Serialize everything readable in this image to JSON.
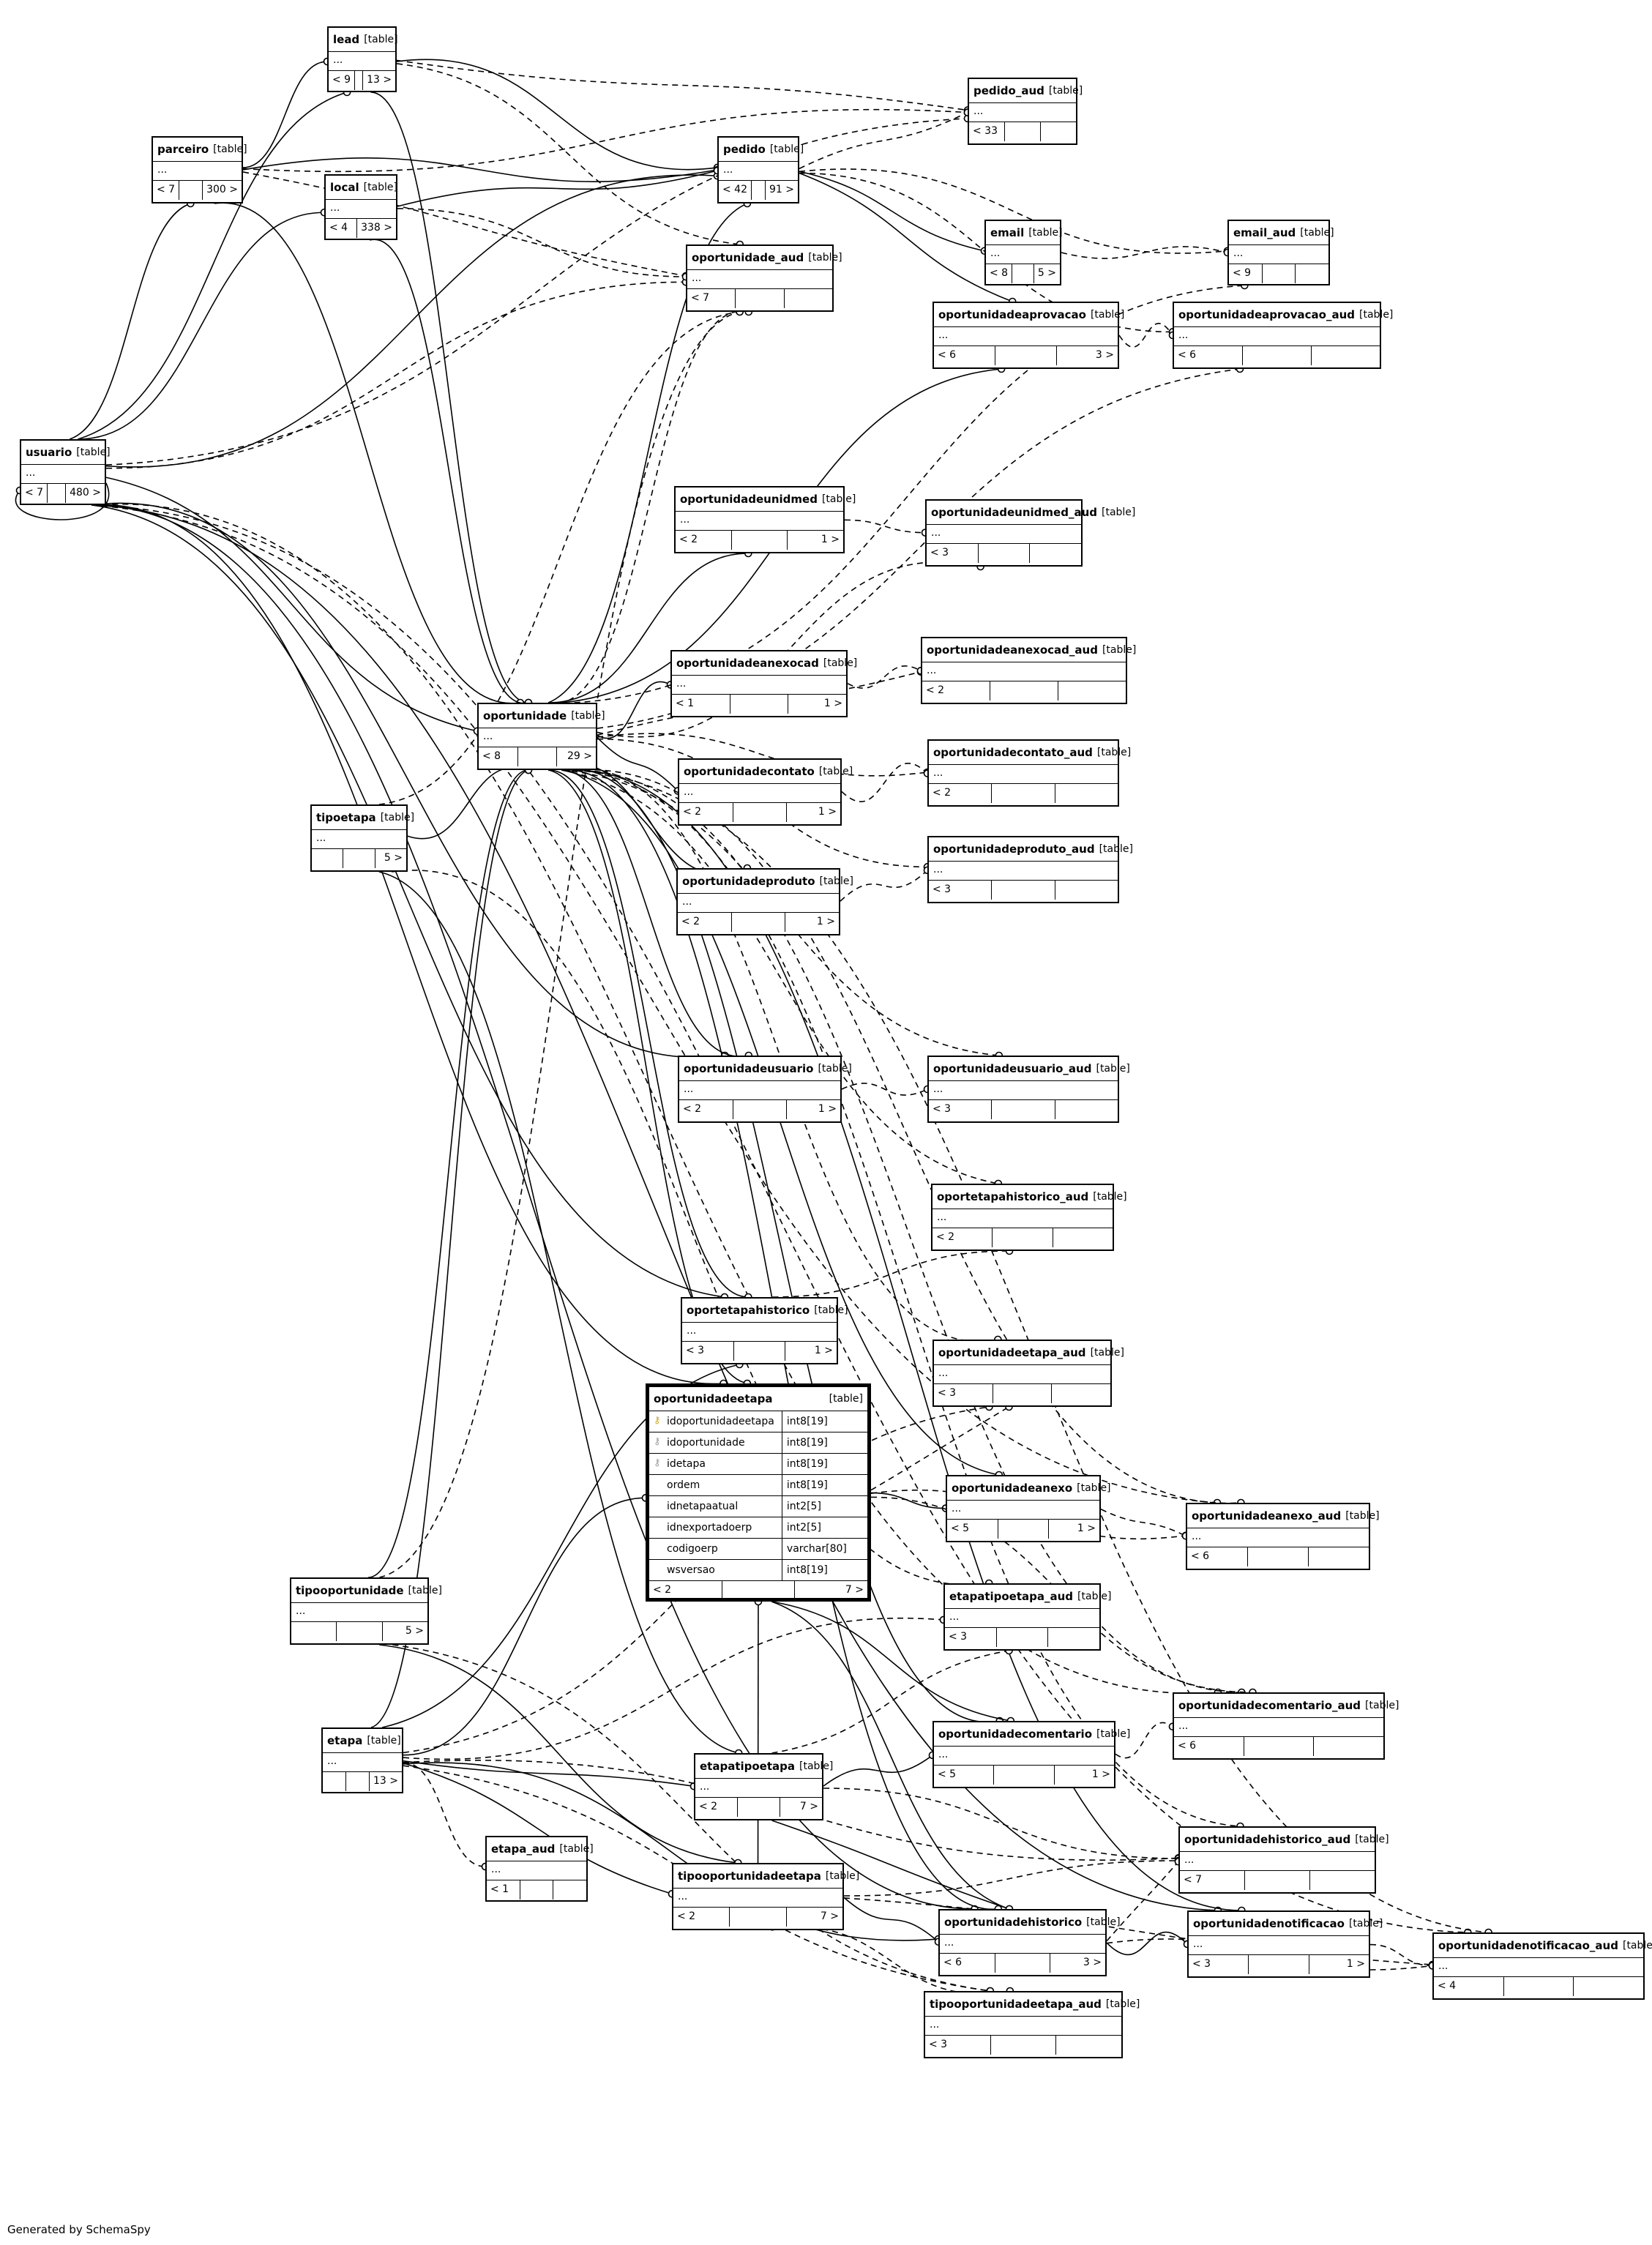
{
  "footer": "Generated by SchemaSpy",
  "kind_label": "[table]",
  "tables": [
    {
      "id": "lead",
      "name": "lead",
      "foot": [
        "< 9",
        "",
        "13 >"
      ]
    },
    {
      "id": "pedido_aud",
      "name": "pedido_aud",
      "foot": [
        "< 33",
        "",
        ""
      ]
    },
    {
      "id": "parceiro",
      "name": "parceiro",
      "foot": [
        "< 7",
        "",
        "300 >"
      ]
    },
    {
      "id": "local",
      "name": "local",
      "foot": [
        "< 4",
        "338 >"
      ]
    },
    {
      "id": "pedido",
      "name": "pedido",
      "foot": [
        "< 42",
        "",
        "91 >"
      ]
    },
    {
      "id": "email",
      "name": "email",
      "foot": [
        "< 8",
        "",
        "5 >"
      ]
    },
    {
      "id": "email_aud",
      "name": "email_aud",
      "foot": [
        "< 9",
        "",
        ""
      ]
    },
    {
      "id": "oportunidade_aud",
      "name": "oportunidade_aud",
      "foot": [
        "< 7",
        "",
        ""
      ]
    },
    {
      "id": "oportunidadeaprovacao",
      "name": "oportunidadeaprovacao",
      "foot": [
        "< 6",
        "",
        "3 >"
      ]
    },
    {
      "id": "oportunidadeaprovacao_aud",
      "name": "oportunidadeaprovacao_aud",
      "foot": [
        "< 6",
        "",
        ""
      ]
    },
    {
      "id": "usuario",
      "name": "usuario",
      "foot": [
        "< 7",
        "",
        "480 >"
      ]
    },
    {
      "id": "oportunidadeunidmed",
      "name": "oportunidadeunidmed",
      "foot": [
        "< 2",
        "",
        "1 >"
      ]
    },
    {
      "id": "oportunidadeunidmed_aud",
      "name": "oportunidadeunidmed_aud",
      "foot": [
        "< 3",
        "",
        ""
      ]
    },
    {
      "id": "oportunidadeanexocad",
      "name": "oportunidadeanexocad",
      "foot": [
        "< 1",
        "",
        "1 >"
      ]
    },
    {
      "id": "oportunidadeanexocad_aud",
      "name": "oportunidadeanexocad_aud",
      "foot": [
        "< 2",
        "",
        ""
      ]
    },
    {
      "id": "oportunidade",
      "name": "oportunidade",
      "foot": [
        "< 8",
        "",
        "29 >"
      ]
    },
    {
      "id": "oportunidadecontato_aud",
      "name": "oportunidadecontato_aud",
      "foot": [
        "< 2",
        "",
        ""
      ]
    },
    {
      "id": "oportunidadecontato",
      "name": "oportunidadecontato",
      "foot": [
        "< 2",
        "",
        "1 >"
      ]
    },
    {
      "id": "tipoetapa",
      "name": "tipoetapa",
      "foot": [
        "",
        "",
        "5 >"
      ]
    },
    {
      "id": "oportunidadeproduto_aud",
      "name": "oportunidadeproduto_aud",
      "foot": [
        "< 3",
        "",
        ""
      ]
    },
    {
      "id": "oportunidadeproduto",
      "name": "oportunidadeproduto",
      "foot": [
        "< 2",
        "",
        "1 >"
      ]
    },
    {
      "id": "oportunidadeusuario",
      "name": "oportunidadeusuario",
      "foot": [
        "< 2",
        "",
        "1 >"
      ]
    },
    {
      "id": "oportunidadeusuario_aud",
      "name": "oportunidadeusuario_aud",
      "foot": [
        "< 3",
        "",
        ""
      ]
    },
    {
      "id": "oportetapahistorico_aud",
      "name": "oportetapahistorico_aud",
      "foot": [
        "< 2",
        "",
        ""
      ]
    },
    {
      "id": "oportetapahistorico",
      "name": "oportetapahistorico",
      "foot": [
        "< 3",
        "",
        "1 >"
      ]
    },
    {
      "id": "oportunidadeetapa_aud",
      "name": "oportunidadeetapa_aud",
      "foot": [
        "< 3",
        "",
        ""
      ]
    },
    {
      "id": "oportunidadeanexo",
      "name": "oportunidadeanexo",
      "foot": [
        "< 5",
        "",
        "1 >"
      ]
    },
    {
      "id": "oportunidadeanexo_aud",
      "name": "oportunidadeanexo_aud",
      "foot": [
        "< 6",
        "",
        ""
      ]
    },
    {
      "id": "tipooportunidade",
      "name": "tipooportunidade",
      "foot": [
        "",
        "",
        "5 >"
      ]
    },
    {
      "id": "etapatipoetapa_aud",
      "name": "etapatipoetapa_aud",
      "foot": [
        "< 3",
        "",
        ""
      ]
    },
    {
      "id": "oportunidadecomentario_aud",
      "name": "oportunidadecomentario_aud",
      "foot": [
        "< 6",
        "",
        ""
      ]
    },
    {
      "id": "etapa",
      "name": "etapa",
      "foot": [
        "",
        "",
        "13 >"
      ]
    },
    {
      "id": "oportunidadecomentario",
      "name": "oportunidadecomentario",
      "foot": [
        "< 5",
        "",
        "1 >"
      ]
    },
    {
      "id": "etapatipoetapa",
      "name": "etapatipoetapa",
      "foot": [
        "< 2",
        "",
        "7 >"
      ]
    },
    {
      "id": "oportunidadehistorico_aud",
      "name": "oportunidadehistorico_aud",
      "foot": [
        "< 7",
        "",
        ""
      ]
    },
    {
      "id": "etapa_aud",
      "name": "etapa_aud",
      "foot": [
        "< 1",
        "",
        ""
      ]
    },
    {
      "id": "tipooportunidadeetapa",
      "name": "tipooportunidadeetapa",
      "foot": [
        "< 2",
        "",
        "7 >"
      ]
    },
    {
      "id": "oportunidadehistorico",
      "name": "oportunidadehistorico",
      "foot": [
        "< 6",
        "",
        "3 >"
      ]
    },
    {
      "id": "oportunidadenotificacao",
      "name": "oportunidadenotificacao",
      "foot": [
        "< 3",
        "",
        "1 >"
      ]
    },
    {
      "id": "oportunidadenotificacao_aud",
      "name": "oportunidadenotificacao_aud",
      "foot": [
        "< 4",
        "",
        ""
      ]
    },
    {
      "id": "tipooportunidadeetapa_aud",
      "name": "tipooportunidadeetapa_aud",
      "foot": [
        "< 3",
        "",
        ""
      ]
    }
  ],
  "focus_table": {
    "name": "oportunidadeetapa",
    "kind": "[table]",
    "columns": [
      {
        "name": "idoportunidadeetapa",
        "type": "int8[19]",
        "key": "pk"
      },
      {
        "name": "idoportunidade",
        "type": "int8[19]",
        "key": "fk"
      },
      {
        "name": "idetapa",
        "type": "int8[19]",
        "key": "fk"
      },
      {
        "name": "ordem",
        "type": "int8[19]",
        "key": ""
      },
      {
        "name": "idnetapaatual",
        "type": "int2[5]",
        "key": ""
      },
      {
        "name": "idnexportadoerp",
        "type": "int2[5]",
        "key": ""
      },
      {
        "name": "codigoerp",
        "type": "varchar[80]",
        "key": ""
      },
      {
        "name": "wsversao",
        "type": "int8[19]",
        "key": ""
      }
    ],
    "foot": [
      "< 2",
      "",
      "7 >"
    ]
  },
  "relationships": [
    {
      "from": "usuario",
      "to": "lead",
      "style": "solid"
    },
    {
      "from": "usuario",
      "to": "parceiro",
      "style": "solid"
    },
    {
      "from": "usuario",
      "to": "local",
      "style": "solid"
    },
    {
      "from": "usuario",
      "to": "pedido",
      "style": "solid"
    },
    {
      "from": "usuario",
      "to": "oportunidade",
      "style": "solid"
    },
    {
      "from": "usuario",
      "to": "oportunidadeusuario",
      "style": "solid"
    },
    {
      "from": "usuario",
      "to": "oportunidadeetapa",
      "style": "solid"
    },
    {
      "from": "usuario",
      "to": "oportunidadehistorico",
      "style": "solid"
    },
    {
      "from": "usuario",
      "to": "oportunidadenotificacao",
      "style": "solid"
    },
    {
      "from": "usuario",
      "to": "oportetapahistorico",
      "style": "solid"
    },
    {
      "from": "usuario",
      "to": "usuario",
      "style": "solid"
    },
    {
      "from": "usuario",
      "to": "pedido_aud",
      "style": "dashed"
    },
    {
      "from": "usuario",
      "to": "oportunidade_aud",
      "style": "dashed"
    },
    {
      "from": "usuario",
      "to": "oportunidadenotificacao_aud",
      "style": "dashed"
    },
    {
      "from": "usuario",
      "to": "oportunidadeanexo_aud",
      "style": "dashed"
    },
    {
      "from": "usuario",
      "to": "oportunidadecomentario_aud",
      "style": "dashed"
    },
    {
      "from": "lead",
      "to": "pedido",
      "style": "solid"
    },
    {
      "from": "lead",
      "to": "oportunidade",
      "style": "solid"
    },
    {
      "from": "lead",
      "to": "oportunidade_aud",
      "style": "dashed"
    },
    {
      "from": "lead",
      "to": "pedido_aud",
      "style": "dashed"
    },
    {
      "from": "parceiro",
      "to": "pedido",
      "style": "solid"
    },
    {
      "from": "parceiro",
      "to": "oportunidade",
      "style": "solid"
    },
    {
      "from": "parceiro",
      "to": "lead",
      "style": "solid"
    },
    {
      "from": "parceiro",
      "to": "pedido_aud",
      "style": "dashed"
    },
    {
      "from": "parceiro",
      "to": "oportunidade_aud",
      "style": "dashed"
    },
    {
      "from": "local",
      "to": "pedido",
      "style": "solid"
    },
    {
      "from": "local",
      "to": "oportunidade",
      "style": "solid"
    },
    {
      "from": "local",
      "to": "oportunidade_aud",
      "style": "dashed"
    },
    {
      "from": "pedido",
      "to": "email",
      "style": "solid"
    },
    {
      "from": "pedido",
      "to": "oportunidadeaprovacao",
      "style": "solid"
    },
    {
      "from": "pedido",
      "to": "pedido_aud",
      "style": "dashed"
    },
    {
      "from": "pedido",
      "to": "email_aud",
      "style": "dashed"
    },
    {
      "from": "pedido",
      "to": "oportunidadeaprovacao_aud",
      "style": "dashed"
    },
    {
      "from": "email",
      "to": "email_aud",
      "style": "dashed"
    },
    {
      "from": "oportunidadeaprovacao",
      "to": "oportunidadeaprovacao_aud",
      "style": "dashed"
    },
    {
      "from": "oportunidade",
      "to": "pedido",
      "style": "solid"
    },
    {
      "from": "oportunidade",
      "to": "oportunidadeaprovacao",
      "style": "solid"
    },
    {
      "from": "oportunidade",
      "to": "oportunidadeunidmed",
      "style": "solid"
    },
    {
      "from": "oportunidade",
      "to": "oportunidadeanexocad",
      "style": "solid"
    },
    {
      "from": "oportunidade",
      "to": "oportunidadecontato",
      "style": "solid"
    },
    {
      "from": "oportunidade",
      "to": "oportunidadeproduto",
      "style": "solid"
    },
    {
      "from": "oportunidade",
      "to": "oportunidadeusuario",
      "style": "solid"
    },
    {
      "from": "oportunidade",
      "to": "oportetapahistorico",
      "style": "solid"
    },
    {
      "from": "oportunidade",
      "to": "oportunidadeetapa",
      "style": "solid"
    },
    {
      "from": "oportunidade",
      "to": "oportunidadeanexo",
      "style": "solid"
    },
    {
      "from": "oportunidade",
      "to": "oportunidadecomentario",
      "style": "solid"
    },
    {
      "from": "oportunidade",
      "to": "oportunidadehistorico",
      "style": "solid"
    },
    {
      "from": "oportunidade",
      "to": "oportunidadenotificacao",
      "style": "solid"
    },
    {
      "from": "oportunidade",
      "to": "oportunidade_aud",
      "style": "dashed"
    },
    {
      "from": "oportunidade",
      "to": "oportunidadeunidmed_aud",
      "style": "dashed"
    },
    {
      "from": "oportunidade",
      "to": "oportunidadeanexocad_aud",
      "style": "dashed"
    },
    {
      "from": "oportunidade",
      "to": "oportunidadecontato_aud",
      "style": "dashed"
    },
    {
      "from": "oportunidade",
      "to": "oportunidadeproduto_aud",
      "style": "dashed"
    },
    {
      "from": "oportunidade",
      "to": "oportunidadeusuario_aud",
      "style": "dashed"
    },
    {
      "from": "oportunidade",
      "to": "oportetapahistorico_aud",
      "style": "dashed"
    },
    {
      "from": "oportunidade",
      "to": "oportunidadeetapa_aud",
      "style": "dashed"
    },
    {
      "from": "oportunidade",
      "to": "oportunidadeanexo_aud",
      "style": "dashed"
    },
    {
      "from": "oportunidade",
      "to": "oportunidadecomentario_aud",
      "style": "dashed"
    },
    {
      "from": "oportunidade",
      "to": "oportunidadehistorico_aud",
      "style": "dashed"
    },
    {
      "from": "oportunidade",
      "to": "oportunidadenotificacao_aud",
      "style": "dashed"
    },
    {
      "from": "oportunidade",
      "to": "oportunidadeaprovacao_aud",
      "style": "dashed"
    },
    {
      "from": "oportunidade",
      "to": "email_aud",
      "style": "dashed"
    },
    {
      "from": "oportunidadeunidmed",
      "to": "oportunidadeunidmed_aud",
      "style": "dashed"
    },
    {
      "from": "oportunidadeanexocad",
      "to": "oportunidadeanexocad_aud",
      "style": "dashed"
    },
    {
      "from": "oportunidadecontato",
      "to": "oportunidadecontato_aud",
      "style": "dashed"
    },
    {
      "from": "oportunidadeproduto",
      "to": "oportunidadeproduto_aud",
      "style": "dashed"
    },
    {
      "from": "oportunidadeusuario",
      "to": "oportunidadeusuario_aud",
      "style": "dashed"
    },
    {
      "from": "oportetapahistorico",
      "to": "oportetapahistorico_aud",
      "style": "dashed"
    },
    {
      "from": "tipoetapa",
      "to": "oportunidade",
      "style": "solid"
    },
    {
      "from": "tipoetapa",
      "to": "etapatipoetapa",
      "style": "solid"
    },
    {
      "from": "tipoetapa",
      "to": "etapatipoetapa_aud",
      "style": "dashed"
    },
    {
      "from": "tipoetapa",
      "to": "oportunidade_aud",
      "style": "dashed"
    },
    {
      "from": "tipooportunidade",
      "to": "oportunidade",
      "style": "solid"
    },
    {
      "from": "tipooportunidade",
      "to": "tipooportunidadeetapa",
      "style": "solid"
    },
    {
      "from": "tipooportunidade",
      "to": "tipooportunidadeetapa_aud",
      "style": "dashed"
    },
    {
      "from": "tipooportunidade",
      "to": "oportunidade_aud",
      "style": "dashed"
    },
    {
      "from": "etapa",
      "to": "oportunidade",
      "style": "solid"
    },
    {
      "from": "etapa",
      "to": "oportunidadeetapa",
      "style": "solid"
    },
    {
      "from": "etapa",
      "to": "etapatipoetapa",
      "style": "solid"
    },
    {
      "from": "etapa",
      "to": "tipooportunidadeetapa",
      "style": "solid"
    },
    {
      "from": "etapa",
      "to": "oportetapahistorico",
      "style": "solid"
    },
    {
      "from": "etapa",
      "to": "oportunidadehistorico",
      "style": "solid"
    },
    {
      "from": "etapa",
      "to": "etapa_aud",
      "style": "dashed"
    },
    {
      "from": "etapa",
      "to": "etapatipoetapa_aud",
      "style": "dashed"
    },
    {
      "from": "etapa",
      "to": "tipooportunidadeetapa_aud",
      "style": "dashed"
    },
    {
      "from": "etapa",
      "to": "oportunidadeetapa_aud",
      "style": "dashed"
    },
    {
      "from": "etapa",
      "to": "oportunidadehistorico_aud",
      "style": "dashed"
    },
    {
      "from": "oportunidadeetapa",
      "to": "oportunidadeanexo",
      "style": "solid"
    },
    {
      "from": "oportunidadeetapa",
      "to": "oportunidadecomentario",
      "style": "solid"
    },
    {
      "from": "oportunidadeetapa",
      "to": "oportunidadehistorico",
      "style": "solid"
    },
    {
      "from": "oportunidadeetapa",
      "to": "oportunidadeetapa_aud",
      "style": "dashed"
    },
    {
      "from": "oportunidadeetapa",
      "to": "oportunidadeanexo_aud",
      "style": "dashed"
    },
    {
      "from": "oportunidadeetapa",
      "to": "oportunidadecomentario_aud",
      "style": "dashed"
    },
    {
      "from": "oportunidadeanexo",
      "to": "oportunidadeanexo_aud",
      "style": "dashed"
    },
    {
      "from": "etapatipoetapa",
      "to": "oportunidadehistorico",
      "style": "solid"
    },
    {
      "from": "etapatipoetapa",
      "to": "oportunidadecomentario",
      "style": "solid"
    },
    {
      "from": "etapatipoetapa",
      "to": "etapatipoetapa_aud",
      "style": "dashed"
    },
    {
      "from": "etapatipoetapa",
      "to": "oportunidadehistorico_aud",
      "style": "dashed"
    },
    {
      "from": "oportunidadecomentario",
      "to": "oportunidadecomentario_aud",
      "style": "dashed"
    },
    {
      "from": "tipooportunidadeetapa",
      "to": "oportunidadehistorico",
      "style": "solid"
    },
    {
      "from": "tipooportunidadeetapa",
      "to": "oportunidadeetapa",
      "style": "solid"
    },
    {
      "from": "tipooportunidadeetapa",
      "to": "tipooportunidadeetapa_aud",
      "style": "dashed"
    },
    {
      "from": "tipooportunidadeetapa",
      "to": "oportunidadehistorico_aud",
      "style": "dashed"
    },
    {
      "from": "tipooportunidadeetapa",
      "to": "oportunidadenotificacao_aud",
      "style": "dashed"
    },
    {
      "from": "oportunidadehistorico",
      "to": "oportunidadenotificacao",
      "style": "solid"
    },
    {
      "from": "oportunidadehistorico",
      "to": "oportunidadehistorico_aud",
      "style": "dashed"
    },
    {
      "from": "oportunidadehistorico",
      "to": "oportunidadenotificacao_aud",
      "style": "dashed"
    },
    {
      "from": "oportunidadenotificacao",
      "to": "oportunidadenotificacao_aud",
      "style": "dashed"
    }
  ]
}
